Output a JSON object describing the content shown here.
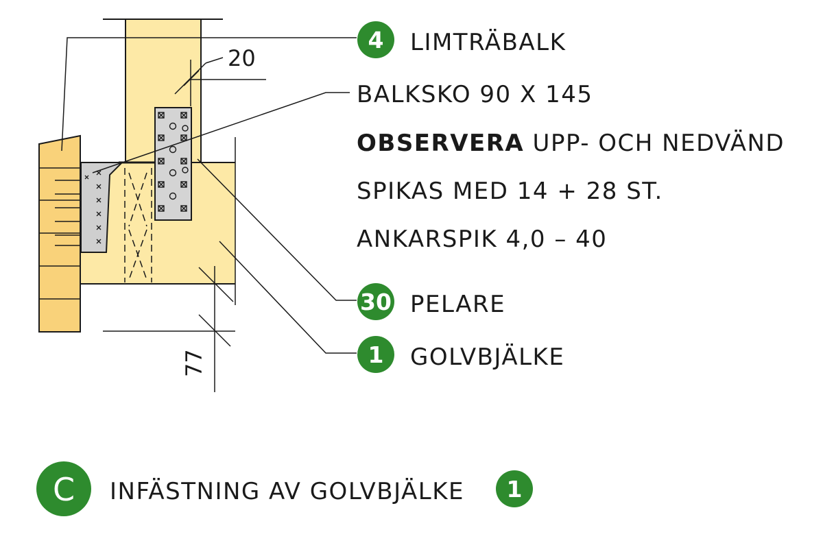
{
  "colors": {
    "wood_light": "#fde9a6",
    "wood_dark": "#f9d27a",
    "steel": "#cfcfcf",
    "badge_green": "#2e8b2e",
    "line": "#1a1a1a"
  },
  "dimensions": {
    "top": "20",
    "bottom": "77"
  },
  "callouts": {
    "limtrabalk": {
      "badge": "4",
      "label": "LIMTRÄBALK"
    },
    "balksko": {
      "label": "BALKSKO 90 X 145"
    },
    "observera": {
      "bold": "OBSERVERA",
      "rest": " UPP- OCH NEDVÄND"
    },
    "spikas": {
      "label": "SPIKAS MED 14 + 28 ST."
    },
    "ankarspik": {
      "label": "ANKARSPIK 4,0 – 40"
    },
    "pelare": {
      "badge": "30",
      "label": "PELARE"
    },
    "golvbjalke": {
      "badge": "1",
      "label": "GOLVBJÄLKE"
    }
  },
  "caption": {
    "badge": "C",
    "text": "INFÄSTNING AV GOLVBJÄLKE",
    "ref_badge": "1"
  }
}
